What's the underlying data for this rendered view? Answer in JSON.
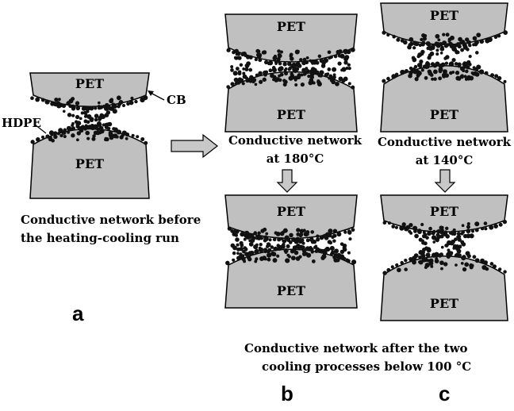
{
  "panels": {
    "a": {
      "pet_top": "PET",
      "pet_bottom": "PET",
      "hdpe_label": "HDPE",
      "cb_label": "CB",
      "caption_line1": "Conductive network before",
      "caption_line2": "the heating-cooling run",
      "letter": "a"
    },
    "b_top": {
      "pet_top": "PET",
      "pet_bottom": "PET",
      "caption_line1": "Conductive network",
      "caption_line2": "at 180°C"
    },
    "c_top": {
      "pet_top": "PET",
      "pet_bottom": "PET",
      "caption_line1": "Conductive network",
      "caption_line2": "at 140°C"
    },
    "b_bottom": {
      "pet_top": "PET",
      "pet_bottom": "PET",
      "letter": "b"
    },
    "c_bottom": {
      "pet_top": "PET",
      "pet_bottom": "PET",
      "letter": "c"
    }
  },
  "shared_caption": {
    "line1": "Conductive network after the two",
    "line2": "cooling processes below 100 °C"
  },
  "colors": {
    "pet_fill": "#c0c0c0",
    "particle": "#111111",
    "arrow_fill": "#c8c8c8"
  }
}
